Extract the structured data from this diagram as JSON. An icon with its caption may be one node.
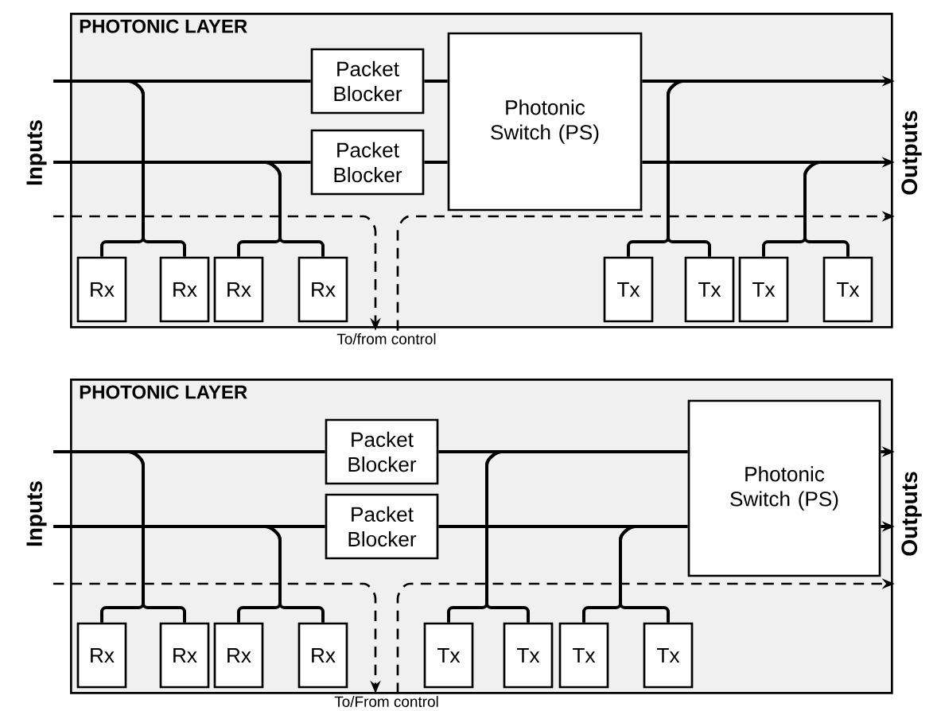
{
  "diagram": {
    "nodes": [
      {
        "text": [
          "PHOTONIC LAYER"
        ]
      },
      {
        "text": [
          "Inputs"
        ]
      },
      {
        "text": [
          "Packet Blocker"
        ],
        "in": 0
      },
      {
        "text": [
          "Packet Blocker"
        ],
        "in": 0
      },
      {
        "text": [
          "Photonic Switch (PS)"
        ],
        "in": 0
      },
      {
        "text": [
          "Rx"
        ],
        "in": 0
      },
      {
        "text": [
          "Rx"
        ],
        "in": 0
      },
      {
        "text": [
          "Rx"
        ],
        "in": 0
      },
      {
        "text": [
          "Rx"
        ],
        "in": 0
      },
      {
        "text": [
          "Tx"
        ],
        "in": 0
      },
      {
        "text": [
          "Tx"
        ],
        "in": 0
      },
      {
        "text": [
          "Tx"
        ],
        "in": 0
      },
      {
        "text": [
          "Tx"
        ],
        "in": 0
      },
      {
        "text": [
          "Outputs"
        ]
      },
      {
        "text": [
          "To/from control"
        ]
      },
      {
        "text": [
          "PHOTONIC LAYER"
        ]
      },
      {
        "text": [
          "Inputs"
        ]
      },
      {
        "text": [
          "Packet Blocker"
        ],
        "in": 15
      },
      {
        "text": [
          "Packet Blocker"
        ],
        "in": 15
      },
      {
        "text": [
          "Photonic Switch (PS)"
        ],
        "in": 15
      },
      {
        "text": [
          "Rx"
        ],
        "in": 15
      },
      {
        "text": [
          "Rx"
        ],
        "in": 15
      },
      {
        "text": [
          "Rx"
        ],
        "in": 15
      },
      {
        "text": [
          "Rx"
        ],
        "in": 15
      },
      {
        "text": [
          "Tx"
        ],
        "in": 15
      },
      {
        "text": [
          "Tx"
        ],
        "in": 15
      },
      {
        "text": [
          "Tx"
        ],
        "in": 15
      },
      {
        "text": [
          "Tx"
        ],
        "in": 15
      },
      {
        "text": [
          "Outputs"
        ]
      },
      {
        "text": [
          "To/From control"
        ]
      }
    ],
    "edges": [
      {
        "from": 1,
        "to": 2,
        "arrow": "none"
      },
      {
        "from": 1,
        "to": 3,
        "arrow": "none"
      },
      {
        "from": 2,
        "to": 4,
        "arrow": "none"
      },
      {
        "from": 3,
        "to": 4,
        "arrow": "none"
      },
      {
        "from": 4,
        "to": 13,
        "arrow": "to"
      },
      {
        "from": 4,
        "to": 13,
        "arrow": "to"
      },
      {
        "from": null,
        "to": 5,
        "arrow": "none"
      },
      {
        "from": null,
        "to": 6,
        "arrow": "none"
      },
      {
        "from": null,
        "to": 7,
        "arrow": "none"
      },
      {
        "from": null,
        "to": 8,
        "arrow": "none"
      },
      {
        "from": 9,
        "to": null,
        "arrow": "none"
      },
      {
        "from": 10,
        "to": null,
        "arrow": "none"
      },
      {
        "from": 11,
        "to": null,
        "arrow": "none"
      },
      {
        "from": 12,
        "to": null,
        "arrow": "none"
      },
      {
        "from": 1,
        "to": 14,
        "arrow": "to",
        "style": "dashed"
      },
      {
        "from": 14,
        "to": 13,
        "arrow": "to",
        "style": "dashed"
      },
      {
        "from": 16,
        "to": 17,
        "arrow": "none"
      },
      {
        "from": 16,
        "to": 18,
        "arrow": "none"
      },
      {
        "from": 17,
        "to": 19,
        "arrow": "none"
      },
      {
        "from": 18,
        "to": 19,
        "arrow": "none"
      },
      {
        "from": 19,
        "to": 28,
        "arrow": "to"
      },
      {
        "from": 19,
        "to": 28,
        "arrow": "to"
      },
      {
        "from": null,
        "to": 20,
        "arrow": "none"
      },
      {
        "from": null,
        "to": 21,
        "arrow": "none"
      },
      {
        "from": null,
        "to": 22,
        "arrow": "none"
      },
      {
        "from": null,
        "to": 23,
        "arrow": "none"
      },
      {
        "from": 24,
        "to": null,
        "arrow": "none"
      },
      {
        "from": 25,
        "to": null,
        "arrow": "none"
      },
      {
        "from": 26,
        "to": null,
        "arrow": "none"
      },
      {
        "from": 27,
        "to": null,
        "arrow": "none"
      },
      {
        "from": 16,
        "to": 29,
        "arrow": "to",
        "style": "dashed"
      },
      {
        "from": 29,
        "to": 28,
        "arrow": "to",
        "style": "dashed"
      }
    ]
  }
}
